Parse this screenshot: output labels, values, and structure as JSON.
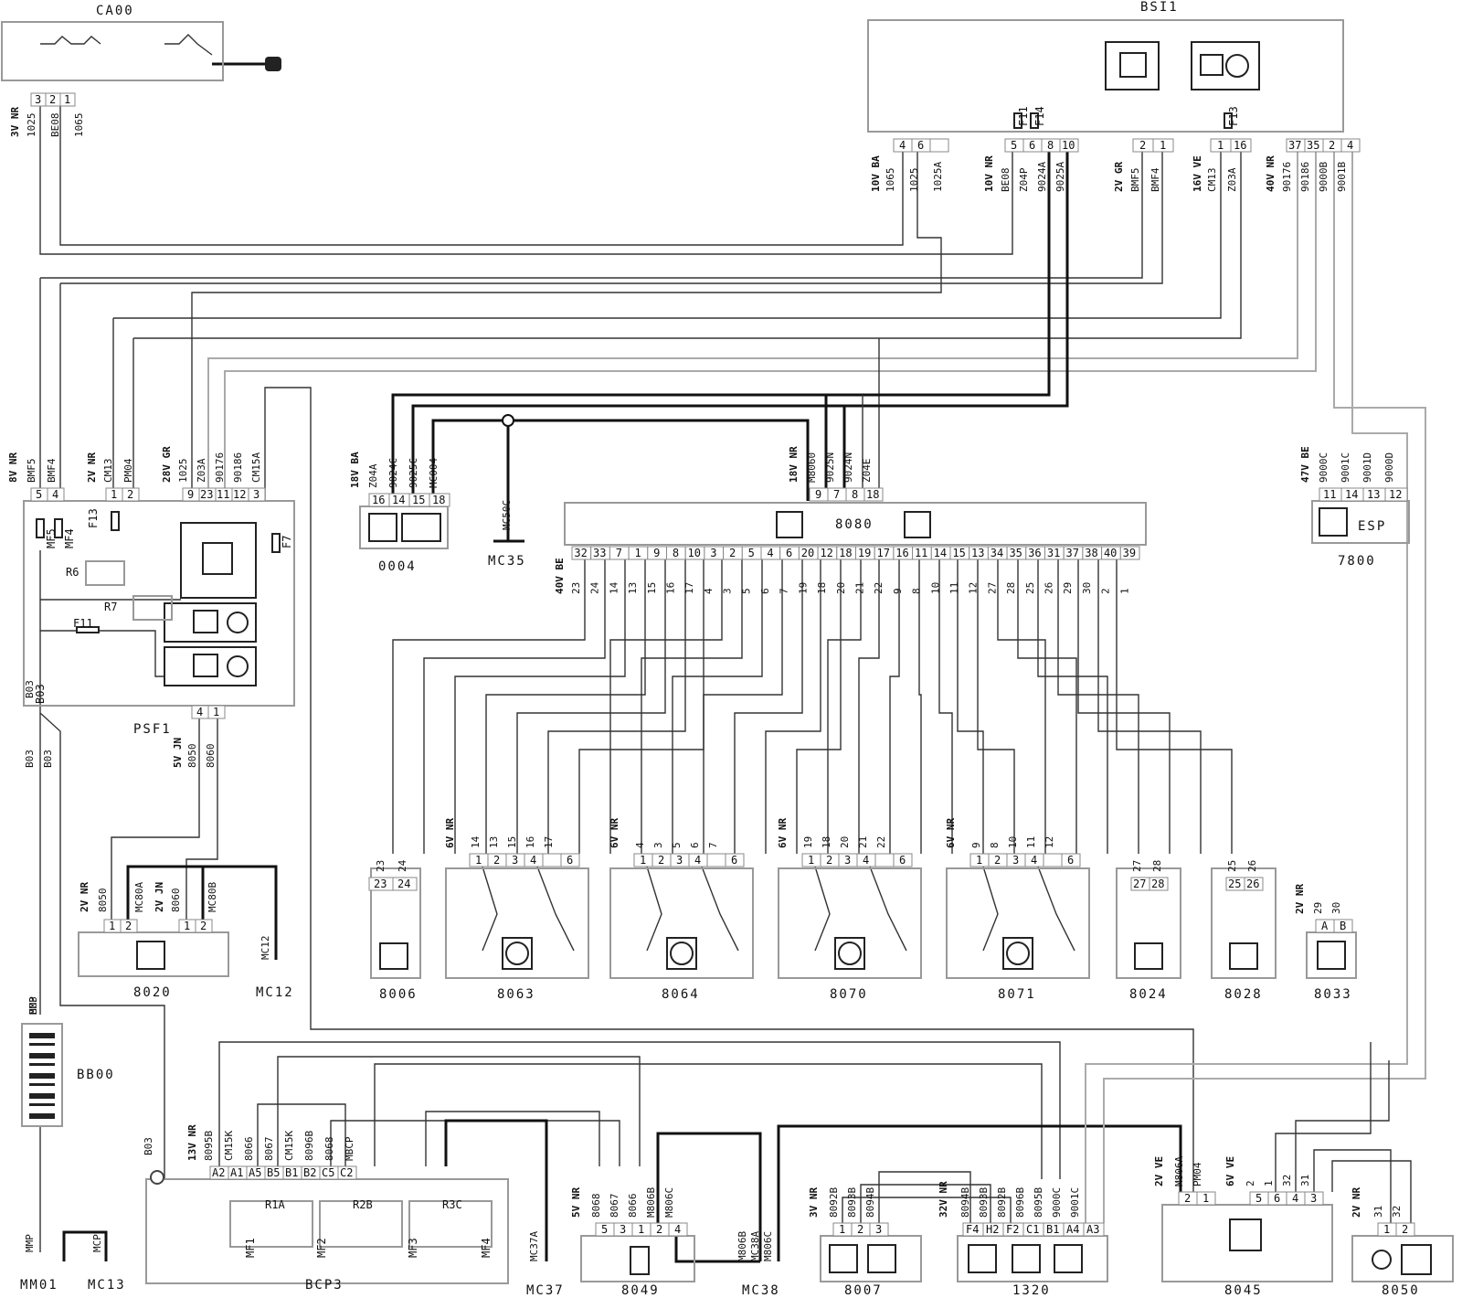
{
  "modules": [
    {
      "id": "CA00",
      "label": "CA00"
    },
    {
      "id": "BSI1",
      "label": "BSI1"
    },
    {
      "id": "PSF1",
      "label": "PSF1"
    },
    {
      "id": "0004",
      "label": "0004"
    },
    {
      "id": "8080",
      "label": "8080"
    },
    {
      "id": "7800",
      "label": "7800",
      "badge": "ESP"
    },
    {
      "id": "MC35",
      "label": "MC35"
    },
    {
      "id": "8020",
      "label": "8020"
    },
    {
      "id": "MC12",
      "label": "MC12"
    },
    {
      "id": "8006",
      "label": "8006"
    },
    {
      "id": "8063",
      "label": "8063"
    },
    {
      "id": "8064",
      "label": "8064"
    },
    {
      "id": "8070",
      "label": "8070"
    },
    {
      "id": "8071",
      "label": "8071"
    },
    {
      "id": "8024",
      "label": "8024"
    },
    {
      "id": "8028",
      "label": "8028"
    },
    {
      "id": "8033",
      "label": "8033"
    },
    {
      "id": "BB00",
      "label": "BB00"
    },
    {
      "id": "BCP3",
      "label": "BCP3"
    },
    {
      "id": "8049",
      "label": "8049"
    },
    {
      "id": "8007",
      "label": "8007"
    },
    {
      "id": "1320",
      "label": "1320"
    },
    {
      "id": "8045",
      "label": "8045"
    },
    {
      "id": "8050",
      "label": "8050"
    },
    {
      "id": "MM01",
      "label": "MM01"
    },
    {
      "id": "MC13",
      "label": "MC13"
    },
    {
      "id": "MC37",
      "label": "MC37"
    },
    {
      "id": "MC38",
      "label": "MC38"
    }
  ],
  "connectors": [
    {
      "id": "ca00",
      "ident": "3V NR",
      "pins": [
        "3",
        "2",
        "1"
      ]
    },
    {
      "id": "bsi_a",
      "ident": "10V BA",
      "pins": [
        "4",
        "6",
        ""
      ]
    },
    {
      "id": "bsi_b",
      "ident": "10V NR",
      "pins": [
        "5",
        "6",
        "8",
        "10"
      ]
    },
    {
      "id": "bsi_c",
      "ident": "2V GR",
      "pins": [
        "2",
        "1"
      ]
    },
    {
      "id": "bsi_d",
      "ident": "16V VE",
      "pins": [
        "1",
        "16"
      ]
    },
    {
      "id": "bsi_e",
      "ident": "40V NR",
      "pins": [
        "37",
        "35",
        "2",
        "4"
      ]
    },
    {
      "id": "psf_a",
      "ident": "8V NR",
      "pins": [
        "5",
        "4"
      ]
    },
    {
      "id": "psf_b",
      "ident": "2V NR",
      "pins": [
        "1",
        "2"
      ]
    },
    {
      "id": "psf_c",
      "ident": "28V GR",
      "pins": [
        "9",
        "23",
        "11",
        "12",
        "3"
      ]
    },
    {
      "id": "psf_d",
      "ident": "5V JN",
      "pins": [
        "4",
        "1"
      ]
    },
    {
      "id": "c0004",
      "ident": "18V BA",
      "pins": [
        "16",
        "14",
        "15",
        "18"
      ]
    },
    {
      "id": "c8080a",
      "ident": "18V NR",
      "pins": [
        "9",
        "7",
        "8",
        "18"
      ]
    },
    {
      "id": "c7800",
      "ident": "47V BE",
      "pins": [
        "11",
        "14",
        "13",
        "12"
      ]
    },
    {
      "id": "c8080b",
      "ident": "40V BE",
      "pins": [
        "32",
        "33",
        "7",
        "1",
        "9",
        "8",
        "10",
        "3",
        "2",
        "5",
        "4",
        "6",
        "20",
        "12",
        "18",
        "19",
        "17",
        "16",
        "11",
        "14",
        "15",
        "13",
        "34",
        "35",
        "36",
        "31",
        "37",
        "38",
        "40",
        "39"
      ]
    },
    {
      "id": "c8020a",
      "ident": "2V NR",
      "pins": [
        "1",
        "2"
      ]
    },
    {
      "id": "c8020b",
      "ident": "2V JN",
      "pins": [
        "1",
        "2"
      ]
    },
    {
      "id": "c8006",
      "ident": "",
      "pins": [
        "23",
        "24"
      ]
    },
    {
      "id": "c8063",
      "ident": "6V NR",
      "pins": [
        "1",
        "2",
        "3",
        "4",
        "",
        "6"
      ]
    },
    {
      "id": "c8064",
      "ident": "6V NR",
      "pins": [
        "1",
        "2",
        "3",
        "4",
        "",
        "6"
      ]
    },
    {
      "id": "c8070",
      "ident": "6V NR",
      "pins": [
        "1",
        "2",
        "3",
        "4",
        "",
        "6"
      ]
    },
    {
      "id": "c8071",
      "ident": "6V NR",
      "pins": [
        "1",
        "2",
        "3",
        "4",
        "",
        "6"
      ]
    },
    {
      "id": "c8024",
      "ident": "",
      "pins": [
        "27",
        "28"
      ]
    },
    {
      "id": "c8028",
      "ident": "",
      "pins": [
        "25",
        "26"
      ]
    },
    {
      "id": "c8033",
      "ident": "2V NR",
      "pins": [
        "A",
        "B"
      ]
    },
    {
      "id": "cbcp3",
      "ident": "13V NR",
      "pins": [
        "A2",
        "A1",
        "A5",
        "B5",
        "B1",
        "B2",
        "C5",
        "C2"
      ]
    },
    {
      "id": "c8049",
      "ident": "5V NR",
      "pins": [
        "5",
        "3",
        "1",
        "2",
        "4"
      ]
    },
    {
      "id": "c8007",
      "ident": "3V NR",
      "pins": [
        "1",
        "2",
        "3"
      ]
    },
    {
      "id": "c1320",
      "ident": "32V NR",
      "pins": [
        "F4",
        "H2",
        "F2",
        "C1",
        "B1",
        "A4",
        "A3"
      ]
    },
    {
      "id": "c8045a",
      "ident": "2V VE",
      "pins": [
        "2",
        "1"
      ]
    },
    {
      "id": "c8045b",
      "ident": "6V VE",
      "pins": [
        "5",
        "6",
        "4",
        "3"
      ]
    },
    {
      "id": "c8050",
      "ident": "2V NR",
      "pins": [
        "1",
        "2"
      ]
    }
  ],
  "wire_codes": {
    "ca00": [
      "1025",
      "BE08",
      "1065"
    ],
    "bsi_a": [
      "1065",
      "1025",
      "1025A"
    ],
    "bsi_b": [
      "BE08",
      "Z04P",
      "9024A",
      "9025A"
    ],
    "bsi_c": [
      "BMF5",
      "BMF4"
    ],
    "bsi_d": [
      "CM13",
      "Z03A"
    ],
    "bsi_e": [
      "90176",
      "90186",
      "9000B",
      "9001B"
    ],
    "psf_a": [
      "BMF5",
      "BMF4"
    ],
    "psf_b": [
      "CM13",
      "PM04"
    ],
    "psf_c": [
      "1025",
      "Z03A",
      "90176",
      "90186",
      "CM15A"
    ],
    "psf_d": [
      "8050",
      "8060"
    ],
    "c0004": [
      "Z04A",
      "9024C",
      "9025C",
      "MC004"
    ],
    "c8080a": [
      "M8060",
      "9025N",
      "9024N",
      "Z04E"
    ],
    "c7800": [
      "9000C",
      "9001C",
      "9001D",
      "9000D"
    ],
    "c8080b": [
      "23",
      "24",
      "14",
      "13",
      "15",
      "16",
      "17",
      "4",
      "3",
      "5",
      "6",
      "7",
      "19",
      "18",
      "20",
      "21",
      "22",
      "9",
      "8",
      "10",
      "11",
      "12",
      "27",
      "28",
      "25",
      "26",
      "29",
      "30",
      "2",
      "1"
    ],
    "c8020": [
      "8050",
      "MC80A",
      "8060",
      "MC80B"
    ],
    "c8006": [
      "23",
      "24"
    ],
    "c8063": [
      "14",
      "13",
      "15",
      "16",
      "17"
    ],
    "c8064": [
      "4",
      "3",
      "5",
      "6",
      "7"
    ],
    "c8070": [
      "19",
      "18",
      "20",
      "21",
      "22"
    ],
    "c8071": [
      "9",
      "8",
      "10",
      "11",
      "12"
    ],
    "c8024": [
      "27",
      "28"
    ],
    "c8028": [
      "25",
      "26"
    ],
    "c8033": [
      "29",
      "30"
    ],
    "cbcp3": [
      "8095B",
      "CM15K",
      "8066",
      "8067",
      "CM15K",
      "8096B",
      "8068",
      "MBCP"
    ],
    "c8049": [
      "8068",
      "8067",
      "8066",
      "M806B",
      "M806C"
    ],
    "mc37": [
      "MC37A"
    ],
    "mc38": [
      "M806B",
      "MC38A",
      "M806C"
    ],
    "c8007": [
      "8092B",
      "8093B",
      "8094B"
    ],
    "c1320": [
      "8094B",
      "8093B",
      "8092B",
      "8096B",
      "8095B",
      "9000C",
      "9001C"
    ],
    "c8045a": [
      "M806A",
      "PM04"
    ],
    "c8045b": [
      "2",
      "1",
      "32",
      "31"
    ],
    "c8050": [
      "31",
      "32"
    ],
    "mc50": [
      "MC50C"
    ],
    "mc12": [
      "MC12"
    ],
    "bb00": [
      "B03",
      "MMP"
    ],
    "psf_side": [
      "B03"
    ],
    "b03": [
      "B03",
      "B03"
    ],
    "mm01": [
      "MMP"
    ],
    "mc13": [
      "MCP"
    ],
    "bcp3_side": [
      "B03"
    ]
  },
  "psf_components": [
    "F13",
    "R6",
    "R7",
    "F11",
    "F7",
    "MF5",
    "MF4",
    "B03"
  ],
  "bcp3_relays": [
    "R1A",
    "R2B",
    "R3C",
    "MF1",
    "MF2",
    "MF3",
    "MF4"
  ],
  "bsi_fuses": [
    "F11",
    "F14",
    "F13"
  ]
}
